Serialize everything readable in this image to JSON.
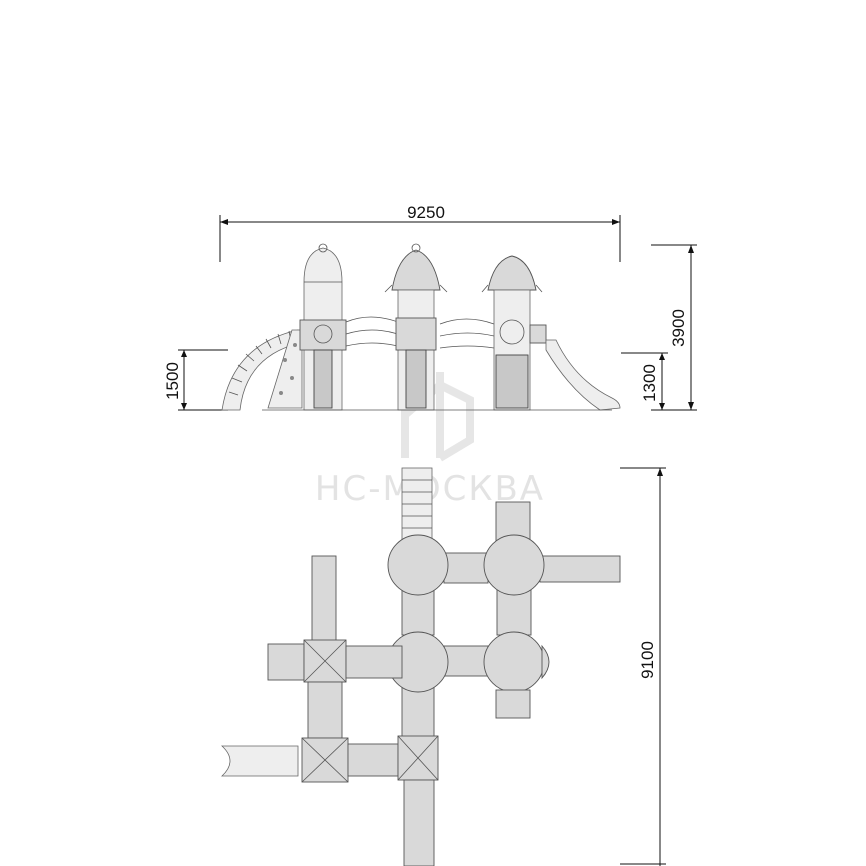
{
  "dimensions": {
    "total_width": "9250",
    "total_height": "3900",
    "left_platform_height": "1500",
    "right_platform_height": "1300",
    "plan_depth": "9100"
  },
  "watermark": {
    "text": "НС-МОСКВА"
  },
  "colors": {
    "line": "#111111",
    "part_fill": "#d9d9d9",
    "watermark": "#e3e3e3"
  }
}
